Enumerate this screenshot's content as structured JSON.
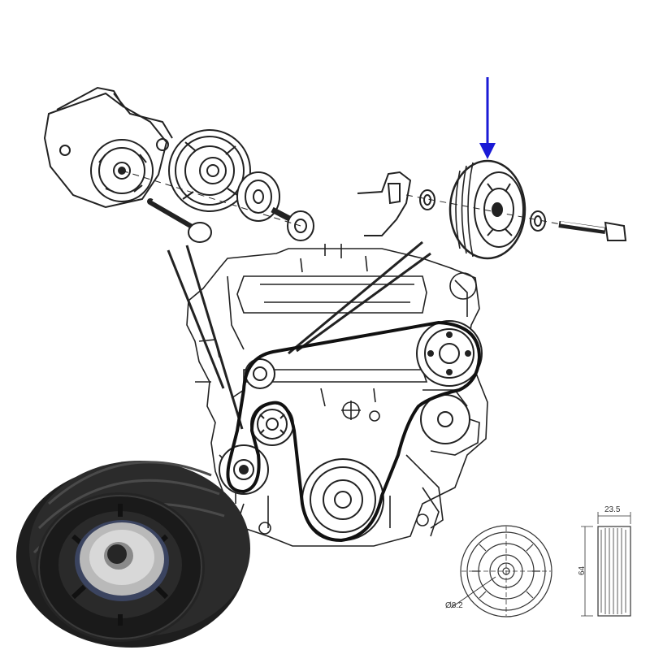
{
  "diagram": {
    "arrow_color": "#1a1ad6",
    "belt_color": "#111111",
    "line_color": "#222222",
    "photo_pulley_color": "#2b2b2b",
    "dimensions": {
      "bore_diameter": "Ø8.2",
      "width": "23.5",
      "outer_diameter": "64"
    }
  }
}
